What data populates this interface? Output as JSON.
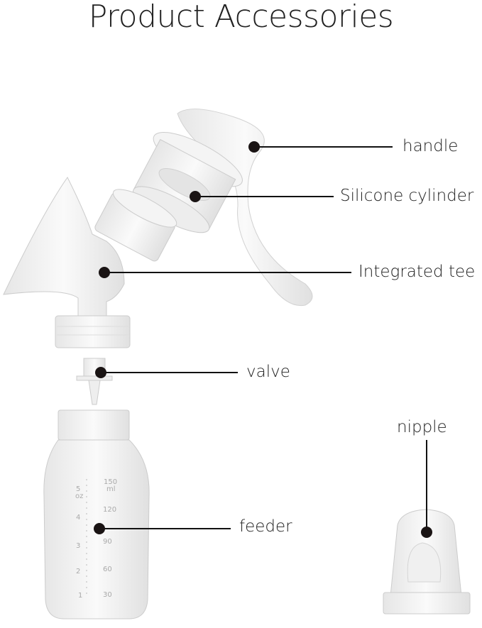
{
  "title": "Product Accessories",
  "labels": {
    "handle": "handle",
    "silicone_cylinder": "Silicone cylinder",
    "integrated_tee": "Integrated tee",
    "valve": "valve",
    "feeder": "feeder",
    "nipple": "nipple"
  },
  "bottle_scale": {
    "ml_unit": "ml",
    "ml": [
      "150",
      "120",
      "90",
      "60",
      "30"
    ],
    "oz_unit": "oz",
    "oz": [
      "5",
      "4",
      "3",
      "2",
      "1"
    ]
  },
  "colors": {
    "line": "#111111",
    "part": "#f2f2f2",
    "outline": "#cfcfcf"
  }
}
